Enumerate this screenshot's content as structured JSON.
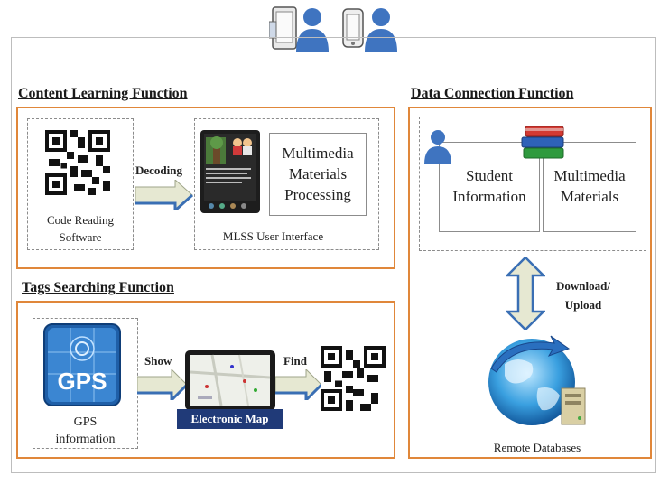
{
  "sections": {
    "content_learning": {
      "title": "Content Learning Function",
      "code_reading": "Code Reading Software",
      "code_reading_line1": "Code Reading",
      "code_reading_line2": "Software",
      "arrow_label": "Decoding",
      "ui_caption": "MLSS User Interface",
      "processing_line1": "Multimedia",
      "processing_line2": "Materials",
      "processing_line3": "Processing"
    },
    "tags_searching": {
      "title": "Tags Searching Function",
      "gps_icon_text": "GPS",
      "gps_line1": "GPS",
      "gps_line2": "information",
      "show_label": "Show",
      "find_label": "Find",
      "map_label": "Electronic Map"
    },
    "data_connection": {
      "title": "Data Connection Function",
      "student_line1": "Student",
      "student_line2": "Information",
      "multimedia_line1": "Multimedia",
      "multimedia_line2": "Materials",
      "transfer_line1": "Download/",
      "transfer_line2": "Upload",
      "db_caption": "Remote Databases"
    }
  },
  "colors": {
    "section_border": "#e0873a",
    "arrow_fill": "#e6e8d2",
    "arrow_edge": "#3a6fb4",
    "map_label_bg": "#203a78"
  }
}
